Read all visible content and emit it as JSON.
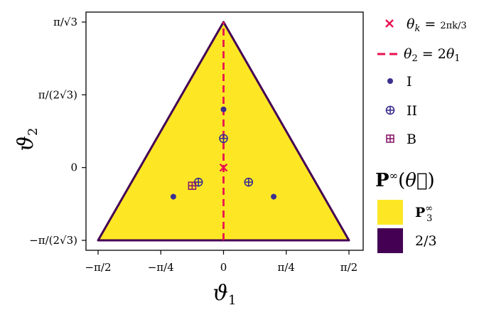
{
  "chart_data": {
    "type": "scatter",
    "xlabel": "ϑ₁",
    "ylabel": "ϑ₂",
    "xlim": [
      -0.5236,
      0.5236
    ],
    "ylim": [
      -0.3023,
      0.6046
    ],
    "x_ticks": [
      {
        "value": -0.5236,
        "label": "−π/2"
      },
      {
        "value": -0.2618,
        "label": "−π/4"
      },
      {
        "value": 0,
        "label": "0"
      },
      {
        "value": 0.2618,
        "label": "π/4"
      },
      {
        "value": 0.5236,
        "label": "π/2"
      }
    ],
    "y_ticks": [
      {
        "value": 0.6046,
        "label": "π/√3"
      },
      {
        "value": 0.3023,
        "label": "π/(2√3)"
      },
      {
        "value": 0,
        "label": "0"
      },
      {
        "value": -0.3023,
        "label": "−π/(2√3)"
      }
    ],
    "region": {
      "name": "P₃^∞",
      "vertices": [
        [
          -0.5236,
          -0.3023
        ],
        [
          0.5236,
          -0.3023
        ],
        [
          0,
          0.6046
        ]
      ],
      "fill": "#fde725",
      "edge": "#440154"
    },
    "series": [
      {
        "name": "θ_k = 2πk/3",
        "marker": "x",
        "color": "#e8114f",
        "points": [
          [
            0,
            0
          ]
        ]
      },
      {
        "name": "θ₂ = 2θ₁",
        "marker": "dashed-line",
        "color": "#e8114f",
        "points": [
          [
            0,
            -0.3023
          ],
          [
            0,
            0.6046
          ]
        ]
      },
      {
        "name": "I",
        "marker": "dot",
        "color": "#3b2f8f",
        "points": [
          [
            0,
            0.2418
          ],
          [
            -0.2094,
            -0.1209
          ],
          [
            0.2094,
            -0.1209
          ]
        ]
      },
      {
        "name": "II",
        "marker": "circle-plus",
        "color": "#3b2f8f",
        "points": [
          [
            0,
            0.1209
          ],
          [
            -0.1047,
            -0.0605
          ],
          [
            0.1047,
            -0.0605
          ]
        ]
      },
      {
        "name": "B",
        "marker": "square-plus",
        "color": "#8b1a6b",
        "points": [
          [
            -0.1309,
            -0.0756
          ]
        ]
      }
    ],
    "colorbar_legend": {
      "title": "P^∞(θ⃗)",
      "entries": [
        {
          "label": "P₃^∞",
          "color": "#fde725"
        },
        {
          "label": "2/3",
          "color": "#440154"
        }
      ]
    },
    "grid": false,
    "legend_position": "right"
  }
}
